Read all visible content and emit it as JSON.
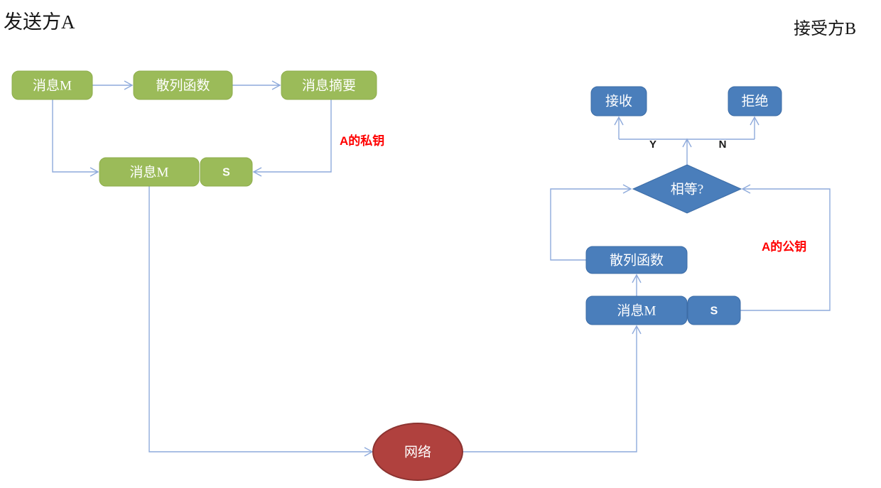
{
  "diagram": {
    "title_sender": "发送方A",
    "title_receiver": "接受方B",
    "sender": {
      "message": "消息M",
      "hash_function": "散列函数",
      "message_digest": "消息摘要",
      "signed_message": "消息M",
      "signature": "S",
      "private_key_label": "A的私钥"
    },
    "network": {
      "label": "网络"
    },
    "receiver": {
      "accept": "接收",
      "reject": "拒绝",
      "compare": "相等?",
      "branch_yes": "Y",
      "branch_no": "N",
      "hash_function": "散列函数",
      "message": "消息M",
      "signature": "S",
      "public_key_label": "A的公钥"
    },
    "colors": {
      "green_fill": "#9bbb59",
      "blue_fill": "#4a7ebb",
      "red_fill": "#b0413e",
      "connector": "#8eaadb",
      "key_text": "#ff0000"
    }
  }
}
